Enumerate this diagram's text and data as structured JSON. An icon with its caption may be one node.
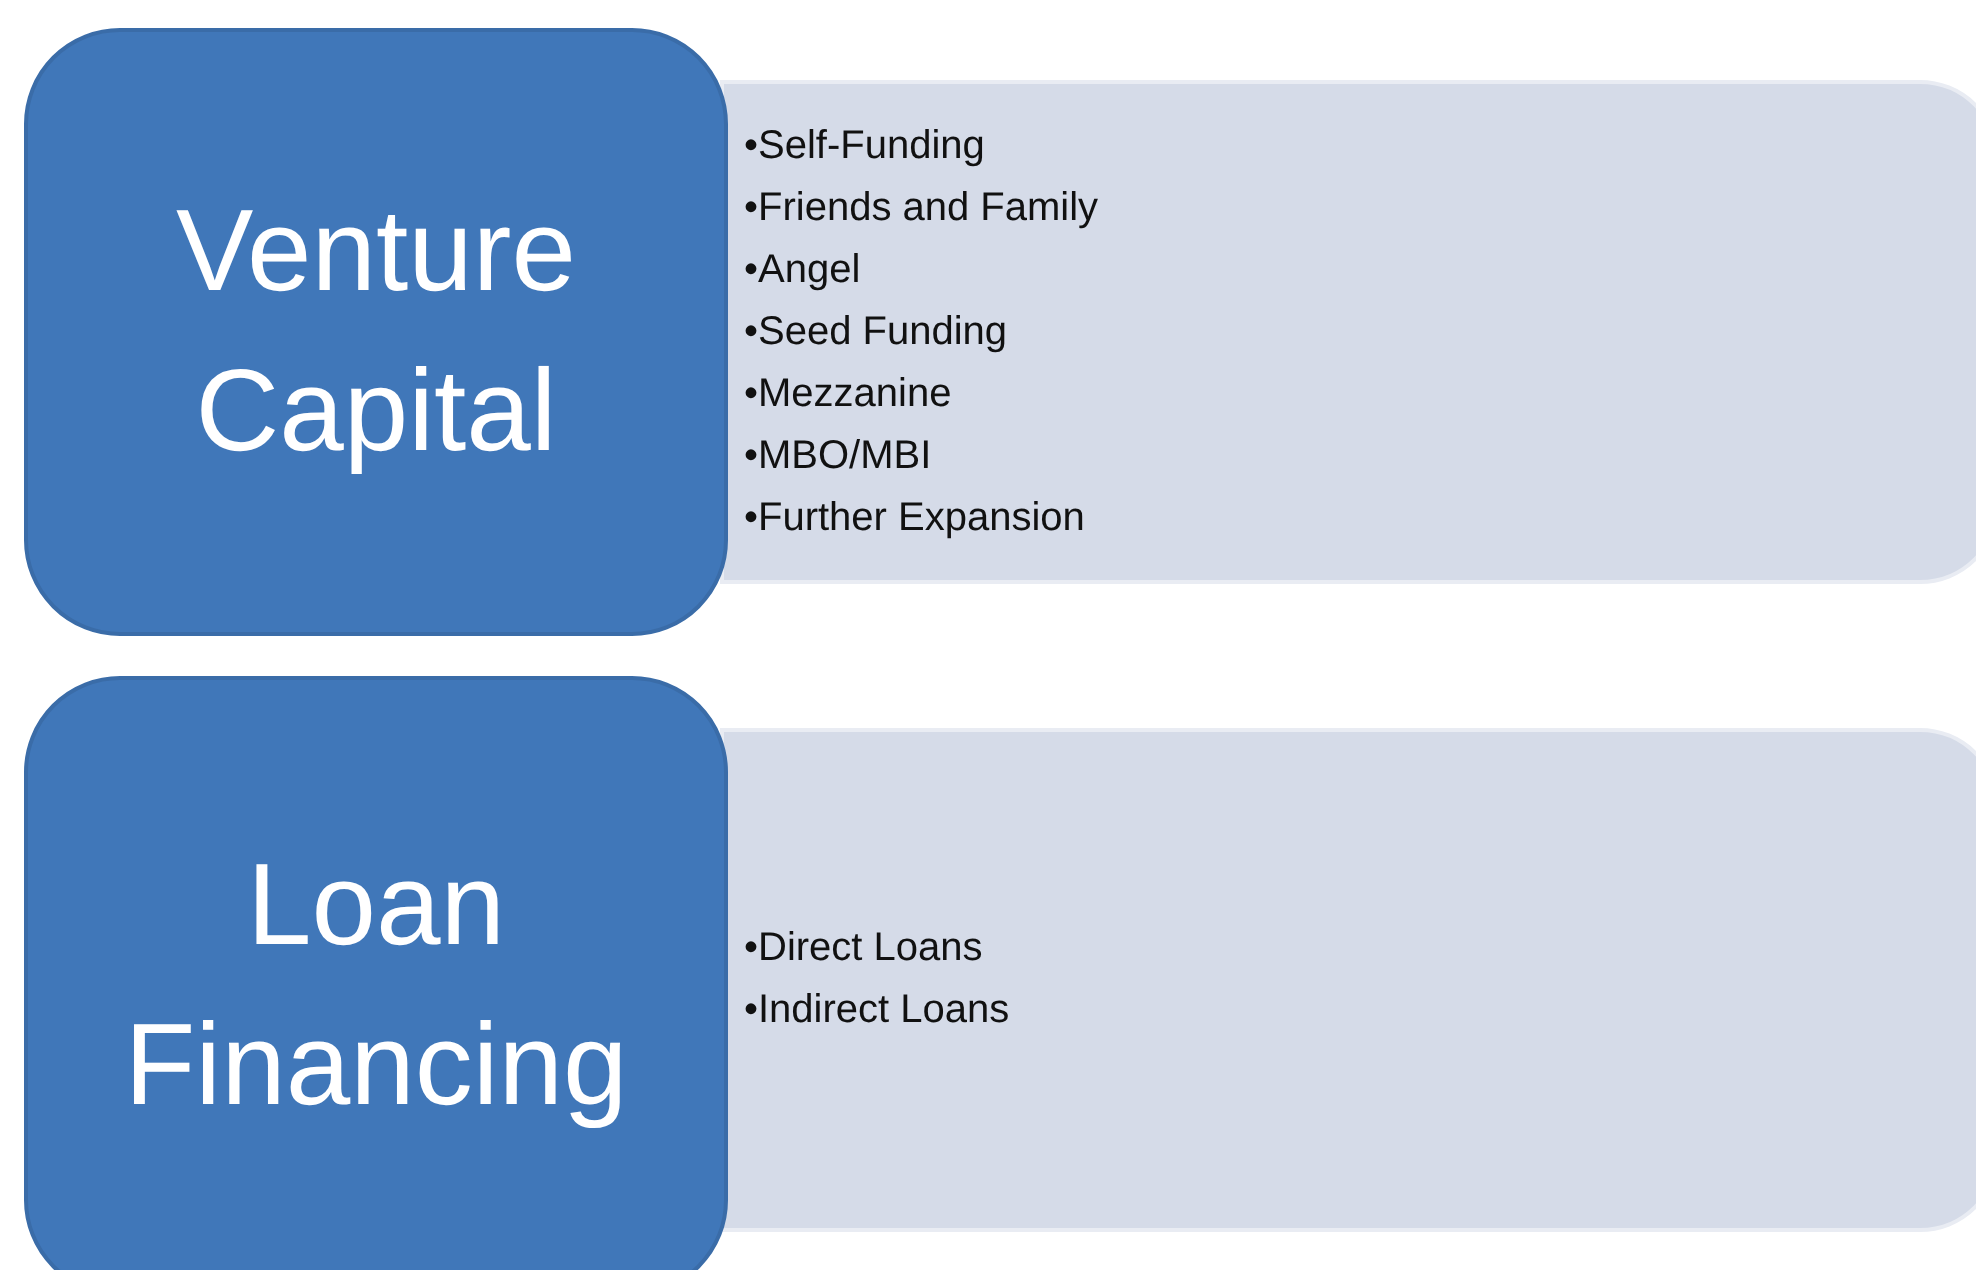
{
  "diagram": {
    "nodes": [
      {
        "text": [
          "Venture Capital"
        ]
      },
      {
        "text": [
          "•Self-Funding",
          "•Friends and Family",
          "•Angel",
          "•Seed Funding",
          "•Mezzanine",
          "•MBO/MBI",
          "•Further Expansion"
        ]
      },
      {
        "text": [
          "Loan Financing"
        ]
      },
      {
        "text": [
          "•Direct Loans",
          "•Indirect Loans"
        ]
      }
    ]
  }
}
